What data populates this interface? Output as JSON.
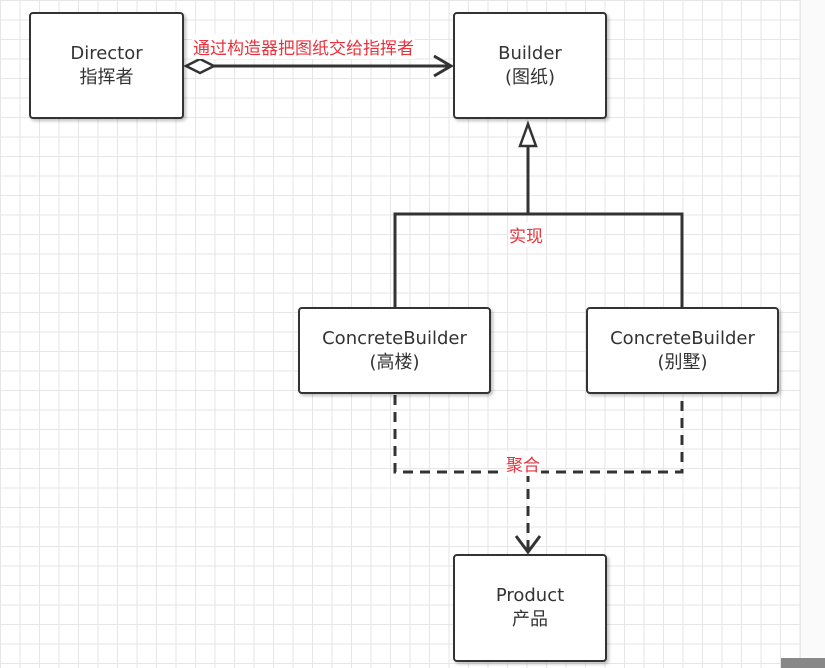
{
  "nodes": {
    "director": {
      "name": "Director",
      "sub": "指挥者"
    },
    "builder": {
      "name": "Builder",
      "sub": "(图纸)"
    },
    "concrete_tall": {
      "name": "ConcreteBuilder",
      "sub": "(高楼)"
    },
    "concrete_villa": {
      "name": "ConcreteBuilder",
      "sub": "(别墅)"
    },
    "product": {
      "name": "Product",
      "sub": "产品"
    }
  },
  "edges": {
    "director_builder": {
      "label": "通过构造器把图纸交给指挥者"
    },
    "realization": {
      "label": "实现"
    },
    "aggregation": {
      "label": "聚合"
    }
  },
  "colors": {
    "stroke": "#333333",
    "label": "#e8323c",
    "grid": "#e6e6e6"
  }
}
